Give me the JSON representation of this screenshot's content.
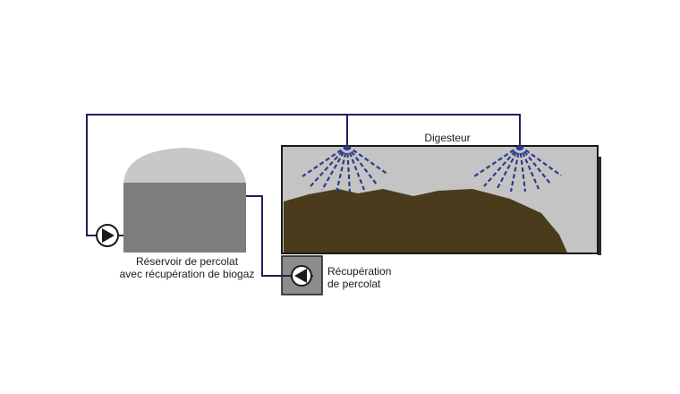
{
  "labels": {
    "digester": "Digesteur",
    "reservoir_line1": "Réservoir de percolat",
    "reservoir_line2": "avec récupération de biogaz",
    "recovery_line1": "Récupération",
    "recovery_line2": "de percolat"
  },
  "colors": {
    "pipe": "#1f1f5e",
    "spray": "#2e3a8c",
    "tank_body": "#7d7d7d",
    "tank_dome": "#c8c8c8",
    "digester_fill": "#c4c4c4",
    "digester_border": "#1a1a1a",
    "digestate": "#4a3b1d",
    "pump_body": "#ffffff",
    "recovery_box": "#8c8c8c"
  },
  "icons": {
    "pump": "pump-icon",
    "spray_nozzle": "spray-nozzle-icon"
  }
}
